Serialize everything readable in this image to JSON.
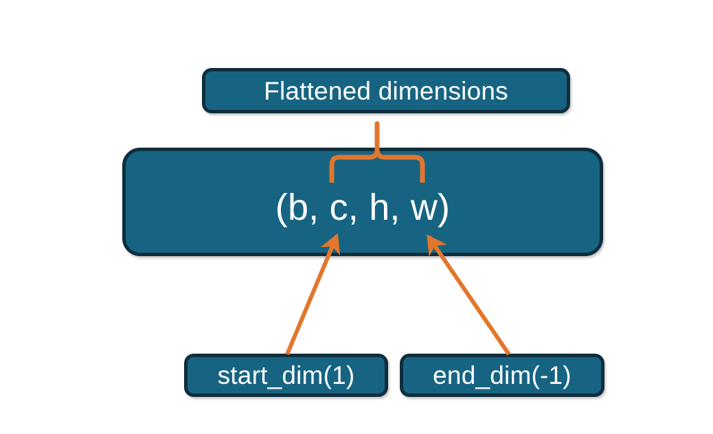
{
  "diagram": {
    "title": "PyTorch flatten dimensions diagram",
    "background_color": "#FFFFFF",
    "node_fill_color": "#176482",
    "node_border_color": "#0F2E3D",
    "node_text_color": "#FFFFFF",
    "connector_color": "#E2762C"
  },
  "nodes": {
    "flattened": {
      "label": "Flattened dimensions"
    },
    "tensor": {
      "label": "(b, c, h, w)"
    },
    "start_dim": {
      "label": "start_dim(1)"
    },
    "end_dim": {
      "label": "end_dim(-1)"
    }
  },
  "connectors": {
    "brace": {
      "name": "curly-brace-up",
      "from": "tensor dims c,h,w",
      "to": "flattened"
    },
    "arrow_start": {
      "name": "arrow-up-right",
      "from": "start_dim",
      "to": "tensor dim c"
    },
    "arrow_end": {
      "name": "arrow-up-left",
      "from": "end_dim",
      "to": "tensor dim w"
    }
  }
}
